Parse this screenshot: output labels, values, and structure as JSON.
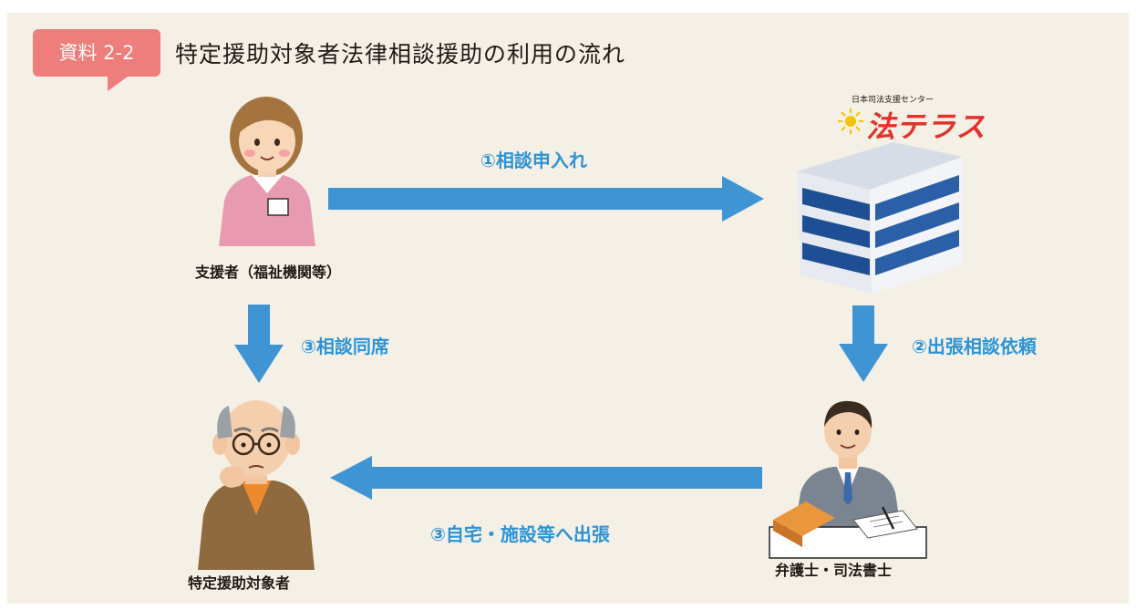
{
  "header": {
    "badge": "資料 2-2",
    "title": "特定援助対象者法律相談援助の利用の流れ"
  },
  "nodes": {
    "supporter": "支援者（福祉機関等）",
    "logo_small": "日本司法支援センター",
    "logo_main": "法テラス",
    "lawyer": "弁護士・司法書士",
    "elder": "特定援助対象者"
  },
  "steps": {
    "step1": "①相談申入れ",
    "step2": "②出張相談依頼",
    "step3a": "③相談同席",
    "step3b": "③自宅・施設等へ出張"
  },
  "colors": {
    "arrow": "#3f95d4",
    "badge": "#ee7e7c",
    "step_text": "#2b93d6"
  },
  "icons": {
    "supporter": "supporter-woman-icon",
    "building": "office-building-icon",
    "lawyer": "lawyer-at-desk-icon",
    "elder": "elderly-man-icon"
  }
}
